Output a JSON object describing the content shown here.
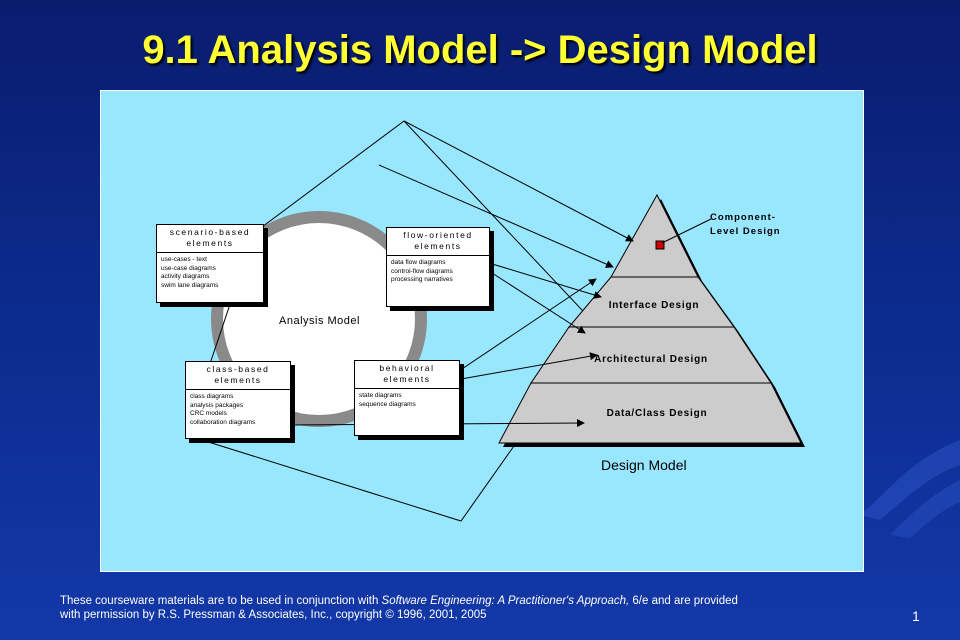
{
  "slide": {
    "title": "9.1 Analysis Model -> Design Model",
    "number": "1"
  },
  "analysis": {
    "label": "Analysis Model",
    "boxes": [
      {
        "header_line1": "scenario-based",
        "header_line2": "elements",
        "items": [
          "use-cases - text",
          "use-case diagrams",
          "activity diagrams",
          "swim lane diagrams"
        ]
      },
      {
        "header_line1": "flow-oriented",
        "header_line2": "elements",
        "items": [
          "data flow diagrams",
          "control-flow diagrams",
          "processing narratives"
        ]
      },
      {
        "header_line1": "class-based",
        "header_line2": "elements",
        "items": [
          "class diagrams",
          "analysis packages",
          "CRC models",
          "collaboration diagrams"
        ]
      },
      {
        "header_line1": "behavioral",
        "header_line2": "elements",
        "items": [
          "state diagrams",
          "sequence diagrams"
        ]
      }
    ]
  },
  "design": {
    "label": "Design Model",
    "component_line1": "Component-",
    "component_line2": "Level Design",
    "tiers": [
      "Interface Design",
      "Architectural Design",
      "Data/Class Design"
    ]
  },
  "footer": {
    "part1": "These courseware materials are to be used in conjunction with ",
    "book": "Software Engineering: A Practitioner's Approach,",
    "part2": " 6/e and are provided",
    "line2": "with permission by R.S. Pressman & Associates, Inc., copyright © 1996, 2001, 2005"
  },
  "colors": {
    "background": "#0c2a8c",
    "title": "#ffff33",
    "panel": "#99e6ff",
    "pyramid": "#cccccc",
    "marker": "#cc0000"
  }
}
